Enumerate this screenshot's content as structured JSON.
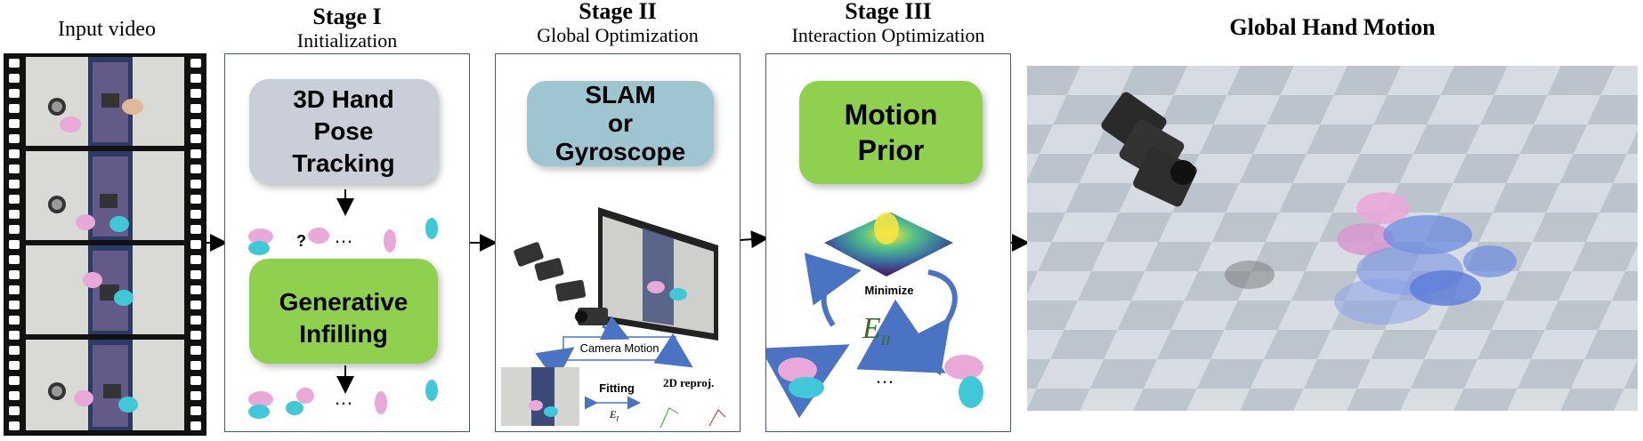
{
  "input": {
    "label": "Input video"
  },
  "stage1": {
    "title": "Stage I",
    "subtitle": "Initialization",
    "box_top": "3D Hand\nPose\nTracking",
    "box_bottom": "Generative\nInfilling",
    "question_mark": "?",
    "ellipsis_top": "…",
    "ellipsis_bottom": "…"
  },
  "stage2": {
    "title": "Stage II",
    "subtitle": "Global Optimization",
    "box": "SLAM\nor\nGyroscope",
    "camera_motion": "Camera Motion",
    "fitting": "Fitting",
    "energy_main": "E",
    "energy_sub": "I",
    "reproj": "2D reproj."
  },
  "stage3": {
    "title": "Stage III",
    "subtitle": "Interaction Optimization",
    "box": "Motion\nPrior",
    "minimize": "Minimize",
    "energy_main": "E",
    "energy_sub": "II",
    "ellipsis": "…"
  },
  "output": {
    "title": "Global Hand Motion"
  },
  "colors": {
    "panel_border": "#3a5a8c",
    "tracking_box": "#c9ced9",
    "generative_box": "#8fd04f",
    "slam_box": "#9ec5d0",
    "motion_prior_box": "#8fd04f",
    "arrow_blue": "#4b73c4",
    "hand_pink": "#e8a8d8",
    "hand_cyan": "#40c8d8"
  }
}
